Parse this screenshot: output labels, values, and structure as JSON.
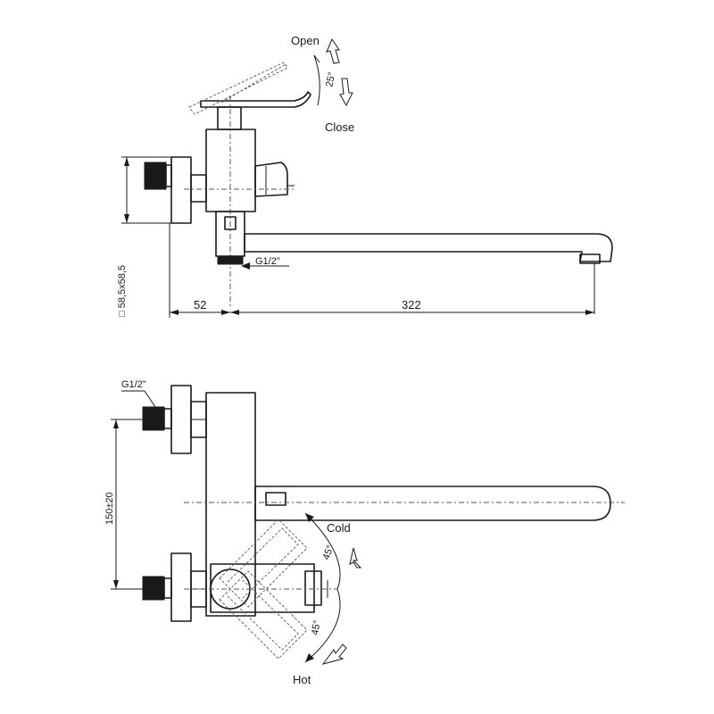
{
  "side_view": {
    "label_open": "Open",
    "label_close": "Close",
    "angle_handle": "25°",
    "thread_label": "G1/2\"",
    "dim_square": "□ 58,5x58,5",
    "dim_offset": "52",
    "dim_spout": "322"
  },
  "top_view": {
    "thread_label": "G1/2\"",
    "dim_spacing": "150±20",
    "label_cold": "Cold",
    "label_hot": "Hot",
    "angle_cold": "45°",
    "angle_hot": "45°"
  }
}
